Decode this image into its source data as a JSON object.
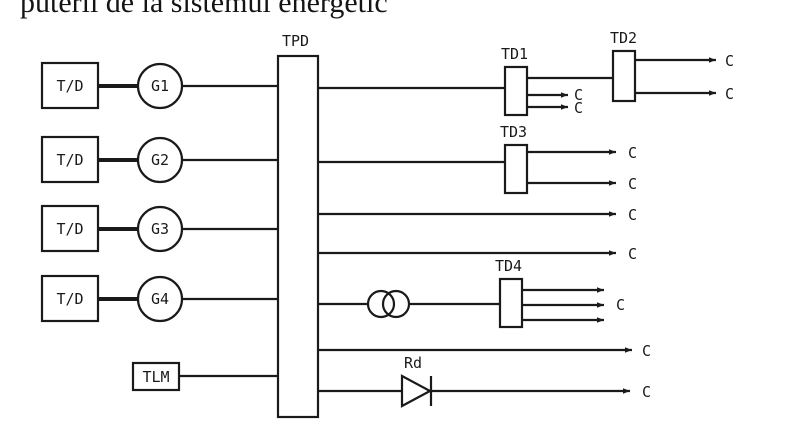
{
  "heading": "puterii de la sistemul energetic",
  "labels": {
    "main_bus": "TPD",
    "td1": "TD1",
    "td2": "TD2",
    "td3": "TD3",
    "td4": "TD4",
    "rectifier": "Rd",
    "turbines": [
      "T/D",
      "T/D",
      "T/D",
      "T/D"
    ],
    "generators": [
      "G1",
      "G2",
      "G3",
      "G4"
    ],
    "tlm": "TLM",
    "consumer": "C"
  },
  "colors": {
    "ink": "#1a1a1a",
    "background": "#ffffff"
  }
}
